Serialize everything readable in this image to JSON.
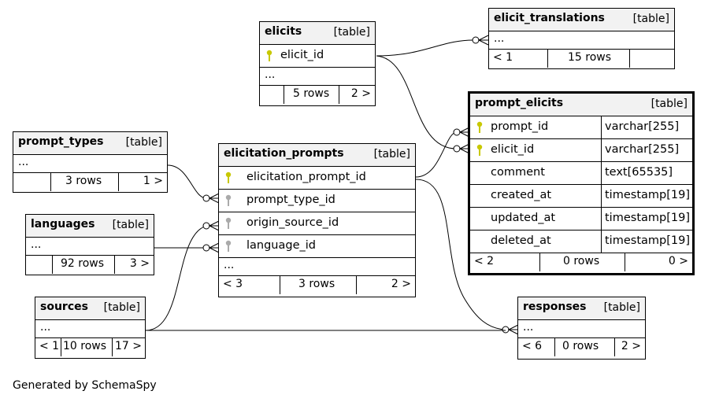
{
  "diagram": {
    "caption": "Generated by SchemaSpy",
    "tables": {
      "elicits": {
        "name": "elicits",
        "tag": "[table]",
        "col": "elicit_id",
        "ellipsis": "...",
        "left": "",
        "rows": "5 rows",
        "right": "2 >"
      },
      "elicit_translations": {
        "name": "elicit_translations",
        "tag": "[table]",
        "ellipsis": "...",
        "left": "< 1",
        "rows": "15 rows",
        "right": ""
      },
      "prompt_elicits": {
        "name": "prompt_elicits",
        "tag": "[table]",
        "columns": [
          {
            "name": "prompt_id",
            "type": "varchar[255]",
            "key": "primary"
          },
          {
            "name": "elicit_id",
            "type": "varchar[255]",
            "key": "primary"
          },
          {
            "name": "comment",
            "type": "text[65535]",
            "key": ""
          },
          {
            "name": "created_at",
            "type": "timestamp[19]",
            "key": ""
          },
          {
            "name": "updated_at",
            "type": "timestamp[19]",
            "key": ""
          },
          {
            "name": "deleted_at",
            "type": "timestamp[19]",
            "key": ""
          }
        ],
        "left": "< 2",
        "rows": "0 rows",
        "right": "0 >"
      },
      "prompt_types": {
        "name": "prompt_types",
        "tag": "[table]",
        "ellipsis": "...",
        "left": "",
        "rows": "3 rows",
        "right": "1 >"
      },
      "elicitation_prompts": {
        "name": "elicitation_prompts",
        "tag": "[table]",
        "columns": [
          {
            "name": "elicitation_prompt_id",
            "key": "primary"
          },
          {
            "name": "prompt_type_id",
            "key": "foreign"
          },
          {
            "name": "origin_source_id",
            "key": "foreign"
          },
          {
            "name": "language_id",
            "key": "foreign"
          }
        ],
        "ellipsis": "...",
        "left": "< 3",
        "rows": "3 rows",
        "right": "2 >"
      },
      "languages": {
        "name": "languages",
        "tag": "[table]",
        "ellipsis": "...",
        "left": "",
        "rows": "92 rows",
        "right": "3 >"
      },
      "sources": {
        "name": "sources",
        "tag": "[table]",
        "ellipsis": "...",
        "left": "< 1",
        "rows": "10 rows",
        "right": "17 >"
      },
      "responses": {
        "name": "responses",
        "tag": "[table]",
        "ellipsis": "...",
        "left": "< 6",
        "rows": "0 rows",
        "right": "2 >"
      }
    },
    "colors": {
      "primary_key": "#c8c800",
      "foreign_key": "#aaaaaa",
      "header_bg": "#f2f2f2"
    }
  }
}
